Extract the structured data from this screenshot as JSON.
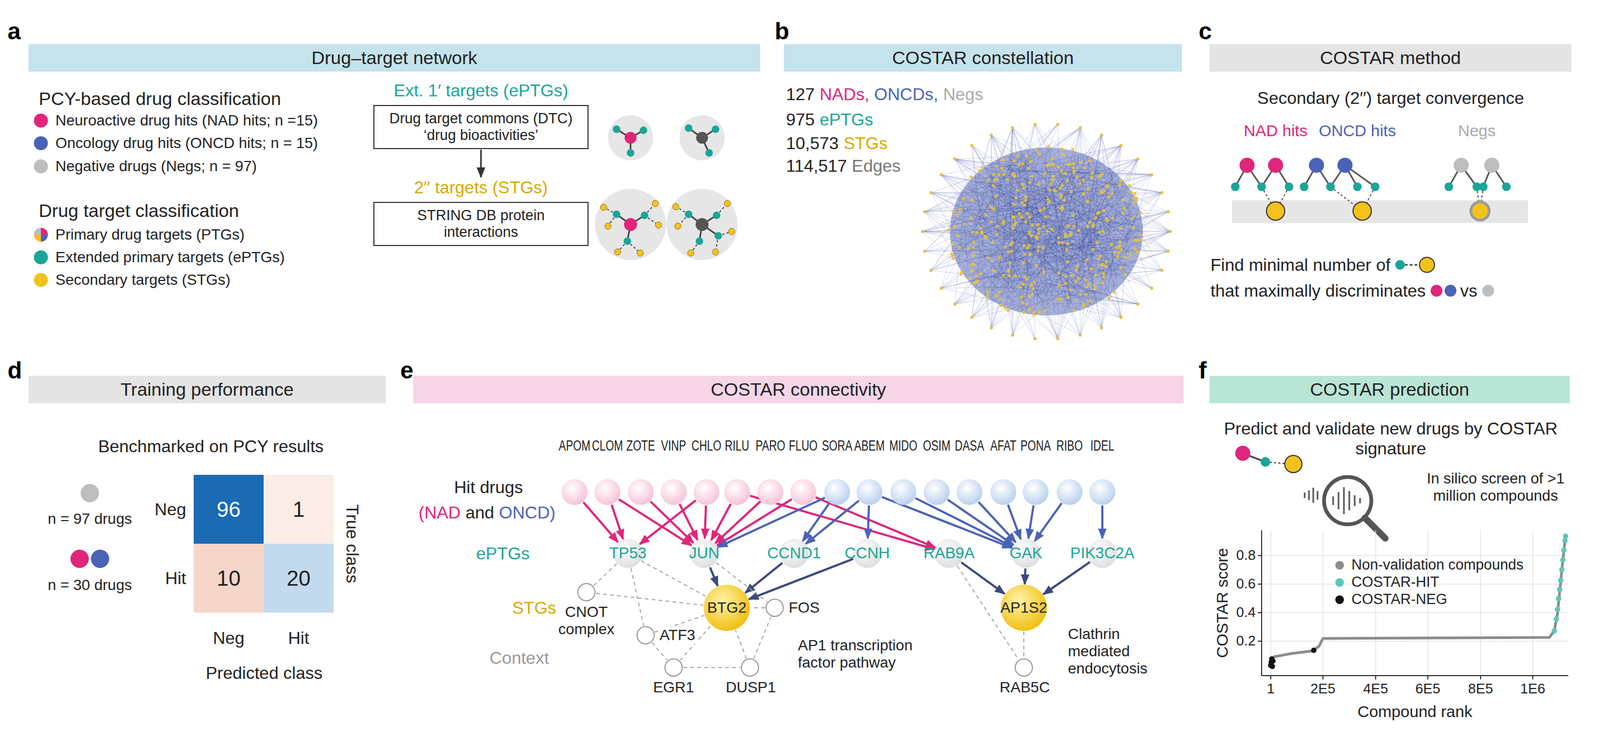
{
  "diagram": {
    "nodes": [
      {
        "text": [
          "Drug–target network"
        ]
      },
      {
        "text": [
          "COSTAR constellation"
        ]
      },
      {
        "text": [
          "COSTAR method"
        ]
      },
      {
        "text": [
          "Ext. 1′ targets (ePTGs)",
          "Drug target commons (DTC) ‘drug bioactivities’"
        ]
      },
      {
        "text": [
          "2′′ targets (STGs)",
          "STRING DB protein interactions"
        ]
      },
      {
        "text": [
          "Training performance"
        ]
      },
      {
        "text": [
          "COSTAR connectivity"
        ]
      },
      {
        "text": [
          "COSTAR prediction"
        ]
      },
      {
        "text": [
          "96"
        ]
      },
      {
        "text": [
          "1"
        ]
      },
      {
        "text": [
          "10"
        ]
      },
      {
        "text": [
          "20"
        ]
      },
      {
        "text": [
          "APOM"
        ]
      },
      {
        "text": [
          "CLOM"
        ]
      },
      {
        "text": [
          "ZOTE"
        ]
      },
      {
        "text": [
          "VINP"
        ]
      },
      {
        "text": [
          "CHLO"
        ]
      },
      {
        "text": [
          "RILU"
        ]
      },
      {
        "text": [
          "PARO"
        ]
      },
      {
        "text": [
          "FLUO"
        ]
      },
      {
        "text": [
          "SORA"
        ]
      },
      {
        "text": [
          "ABEM"
        ]
      },
      {
        "text": [
          "MIDO"
        ]
      },
      {
        "text": [
          "OSIM"
        ]
      },
      {
        "text": [
          "DASA"
        ]
      },
      {
        "text": [
          "AFAT"
        ]
      },
      {
        "text": [
          "PONA"
        ]
      },
      {
        "text": [
          "RIBO"
        ]
      },
      {
        "text": [
          "IDEL"
        ]
      },
      {
        "text": [
          "TP53"
        ]
      },
      {
        "text": [
          "JUN"
        ]
      },
      {
        "text": [
          "CCND1"
        ]
      },
      {
        "text": [
          "CCNH"
        ]
      },
      {
        "text": [
          "RAB9A"
        ]
      },
      {
        "text": [
          "GAK"
        ]
      },
      {
        "text": [
          "PIK3C2A"
        ]
      },
      {
        "text": [
          "CNOT complex"
        ]
      },
      {
        "text": [
          "BTG2"
        ]
      },
      {
        "text": [
          "FOS"
        ]
      },
      {
        "text": [
          "ATF3"
        ]
      },
      {
        "text": [
          "EGR1"
        ]
      },
      {
        "text": [
          "DUSP1"
        ]
      },
      {
        "text": [
          "AP1S2"
        ]
      },
      {
        "text": [
          "RAB5C"
        ]
      }
    ],
    "edges": [
      {
        "from": 3,
        "to": 4,
        "arrow": "to"
      },
      {
        "from": 12,
        "to": 29,
        "arrow": "to"
      },
      {
        "from": 13,
        "to": 29,
        "arrow": "to"
      },
      {
        "from": 13,
        "to": 30,
        "arrow": "to"
      },
      {
        "from": 14,
        "to": 30,
        "arrow": "to"
      },
      {
        "from": 15,
        "to": 30,
        "arrow": "to"
      },
      {
        "from": 16,
        "to": 29,
        "arrow": "to"
      },
      {
        "from": 16,
        "to": 30,
        "arrow": "to"
      },
      {
        "from": 17,
        "to": 30,
        "arrow": "to"
      },
      {
        "from": 17,
        "to": 33,
        "arrow": "to"
      },
      {
        "from": 18,
        "to": 30,
        "arrow": "to"
      },
      {
        "from": 19,
        "to": 30,
        "arrow": "to"
      },
      {
        "from": 19,
        "to": 33,
        "arrow": "to"
      },
      {
        "from": 20,
        "to": 30,
        "arrow": "to"
      },
      {
        "from": 20,
        "to": 31,
        "arrow": "to"
      },
      {
        "from": 21,
        "to": 31,
        "arrow": "to"
      },
      {
        "from": 21,
        "to": 32,
        "arrow": "to"
      },
      {
        "from": 21,
        "to": 34,
        "arrow": "to"
      },
      {
        "from": 22,
        "to": 34,
        "arrow": "to"
      },
      {
        "from": 23,
        "to": 34,
        "arrow": "to"
      },
      {
        "from": 24,
        "to": 34,
        "arrow": "to"
      },
      {
        "from": 25,
        "to": 34,
        "arrow": "to"
      },
      {
        "from": 26,
        "to": 34,
        "arrow": "to"
      },
      {
        "from": 27,
        "to": 34,
        "arrow": "to"
      },
      {
        "from": 28,
        "to": 35,
        "arrow": "to"
      },
      {
        "from": 30,
        "to": 37,
        "arrow": "to"
      },
      {
        "from": 31,
        "to": 37,
        "arrow": "to"
      },
      {
        "from": 32,
        "to": 37,
        "arrow": "to"
      },
      {
        "from": 33,
        "to": 42,
        "arrow": "to"
      },
      {
        "from": 34,
        "to": 42,
        "arrow": "to"
      },
      {
        "from": 35,
        "to": 42,
        "arrow": "to"
      },
      {
        "from": 29,
        "to": 37,
        "arrow": "none"
      },
      {
        "from": 29,
        "to": 36,
        "arrow": "none"
      },
      {
        "from": 29,
        "to": 39,
        "arrow": "none"
      },
      {
        "from": 36,
        "to": 37,
        "arrow": "none"
      },
      {
        "from": 39,
        "to": 37,
        "arrow": "none"
      },
      {
        "from": 38,
        "to": 37,
        "arrow": "none"
      },
      {
        "from": 40,
        "to": 37,
        "arrow": "none"
      },
      {
        "from": 41,
        "to": 37,
        "arrow": "none"
      },
      {
        "from": 39,
        "to": 40,
        "arrow": "none"
      },
      {
        "from": 40,
        "to": 41,
        "arrow": "none"
      },
      {
        "from": 41,
        "to": 38,
        "arrow": "none"
      },
      {
        "from": 30,
        "to": 38,
        "arrow": "none"
      },
      {
        "from": 42,
        "to": 43,
        "arrow": "none"
      },
      {
        "from": 33,
        "to": 43,
        "arrow": "none"
      }
    ],
    "labels": [
      "a",
      "b",
      "c",
      "d",
      "e",
      "f",
      "PCY-based drug classification",
      "Drug target classification",
      "127",
      "NADs,",
      "ONCDs,",
      "Negs",
      "975",
      "ePTGs",
      "10,573",
      "STGs",
      "114,517",
      "Edges",
      "Secondary (2′′) target convergence",
      "NAD hits",
      "ONCD hits",
      "Negs",
      "Find minimal number of",
      "that maximally discriminates",
      "vs",
      "Benchmarked on PCY results",
      "n = 97 drugs",
      "n = 30 drugs",
      "Neg",
      "Hit",
      "True class",
      "Neg",
      "Hit",
      "Predicted class",
      "Hit drugs",
      "(NAD",
      "and",
      "ONCD)",
      "ePTGs",
      "STGs",
      "Context",
      "AP1 transcription factor pathway",
      "Clathrin mediated endocytosis",
      "Predict and validate new drugs by COSTAR signature",
      "In silico screen of >1 million compounds",
      "COSTAR score",
      "0.2",
      "0.4",
      "0.6",
      "0.8",
      "1",
      "2E5",
      "4E5",
      "6E5",
      "8E5",
      "1E6",
      "Compound rank"
    ],
    "legend": [
      {
        "text": "Neuroactive drug hits (NAD hits; n =15)",
        "color": "#e0257a"
      },
      {
        "text": "Oncology drug hits (ONCD hits; n = 15)",
        "color": "#4a63b8"
      },
      {
        "text": "Negative drugs (Negs; n = 97)",
        "color": "#bdbdbd"
      },
      {
        "text": "Primary drug targets (PTGs)"
      },
      {
        "text": "Extended primary targets (ePTGs)",
        "color": "#1aa599"
      },
      {
        "text": "Secondary targets (STGs)",
        "color": "#f2c21b"
      },
      {
        "text": "Non-validation compounds",
        "color": "#8c8c8c"
      },
      {
        "text": "COSTAR-HIT",
        "color": "#5cc8b8"
      },
      {
        "text": "COSTAR-NEG",
        "color": "#111111"
      }
    ]
  }
}
